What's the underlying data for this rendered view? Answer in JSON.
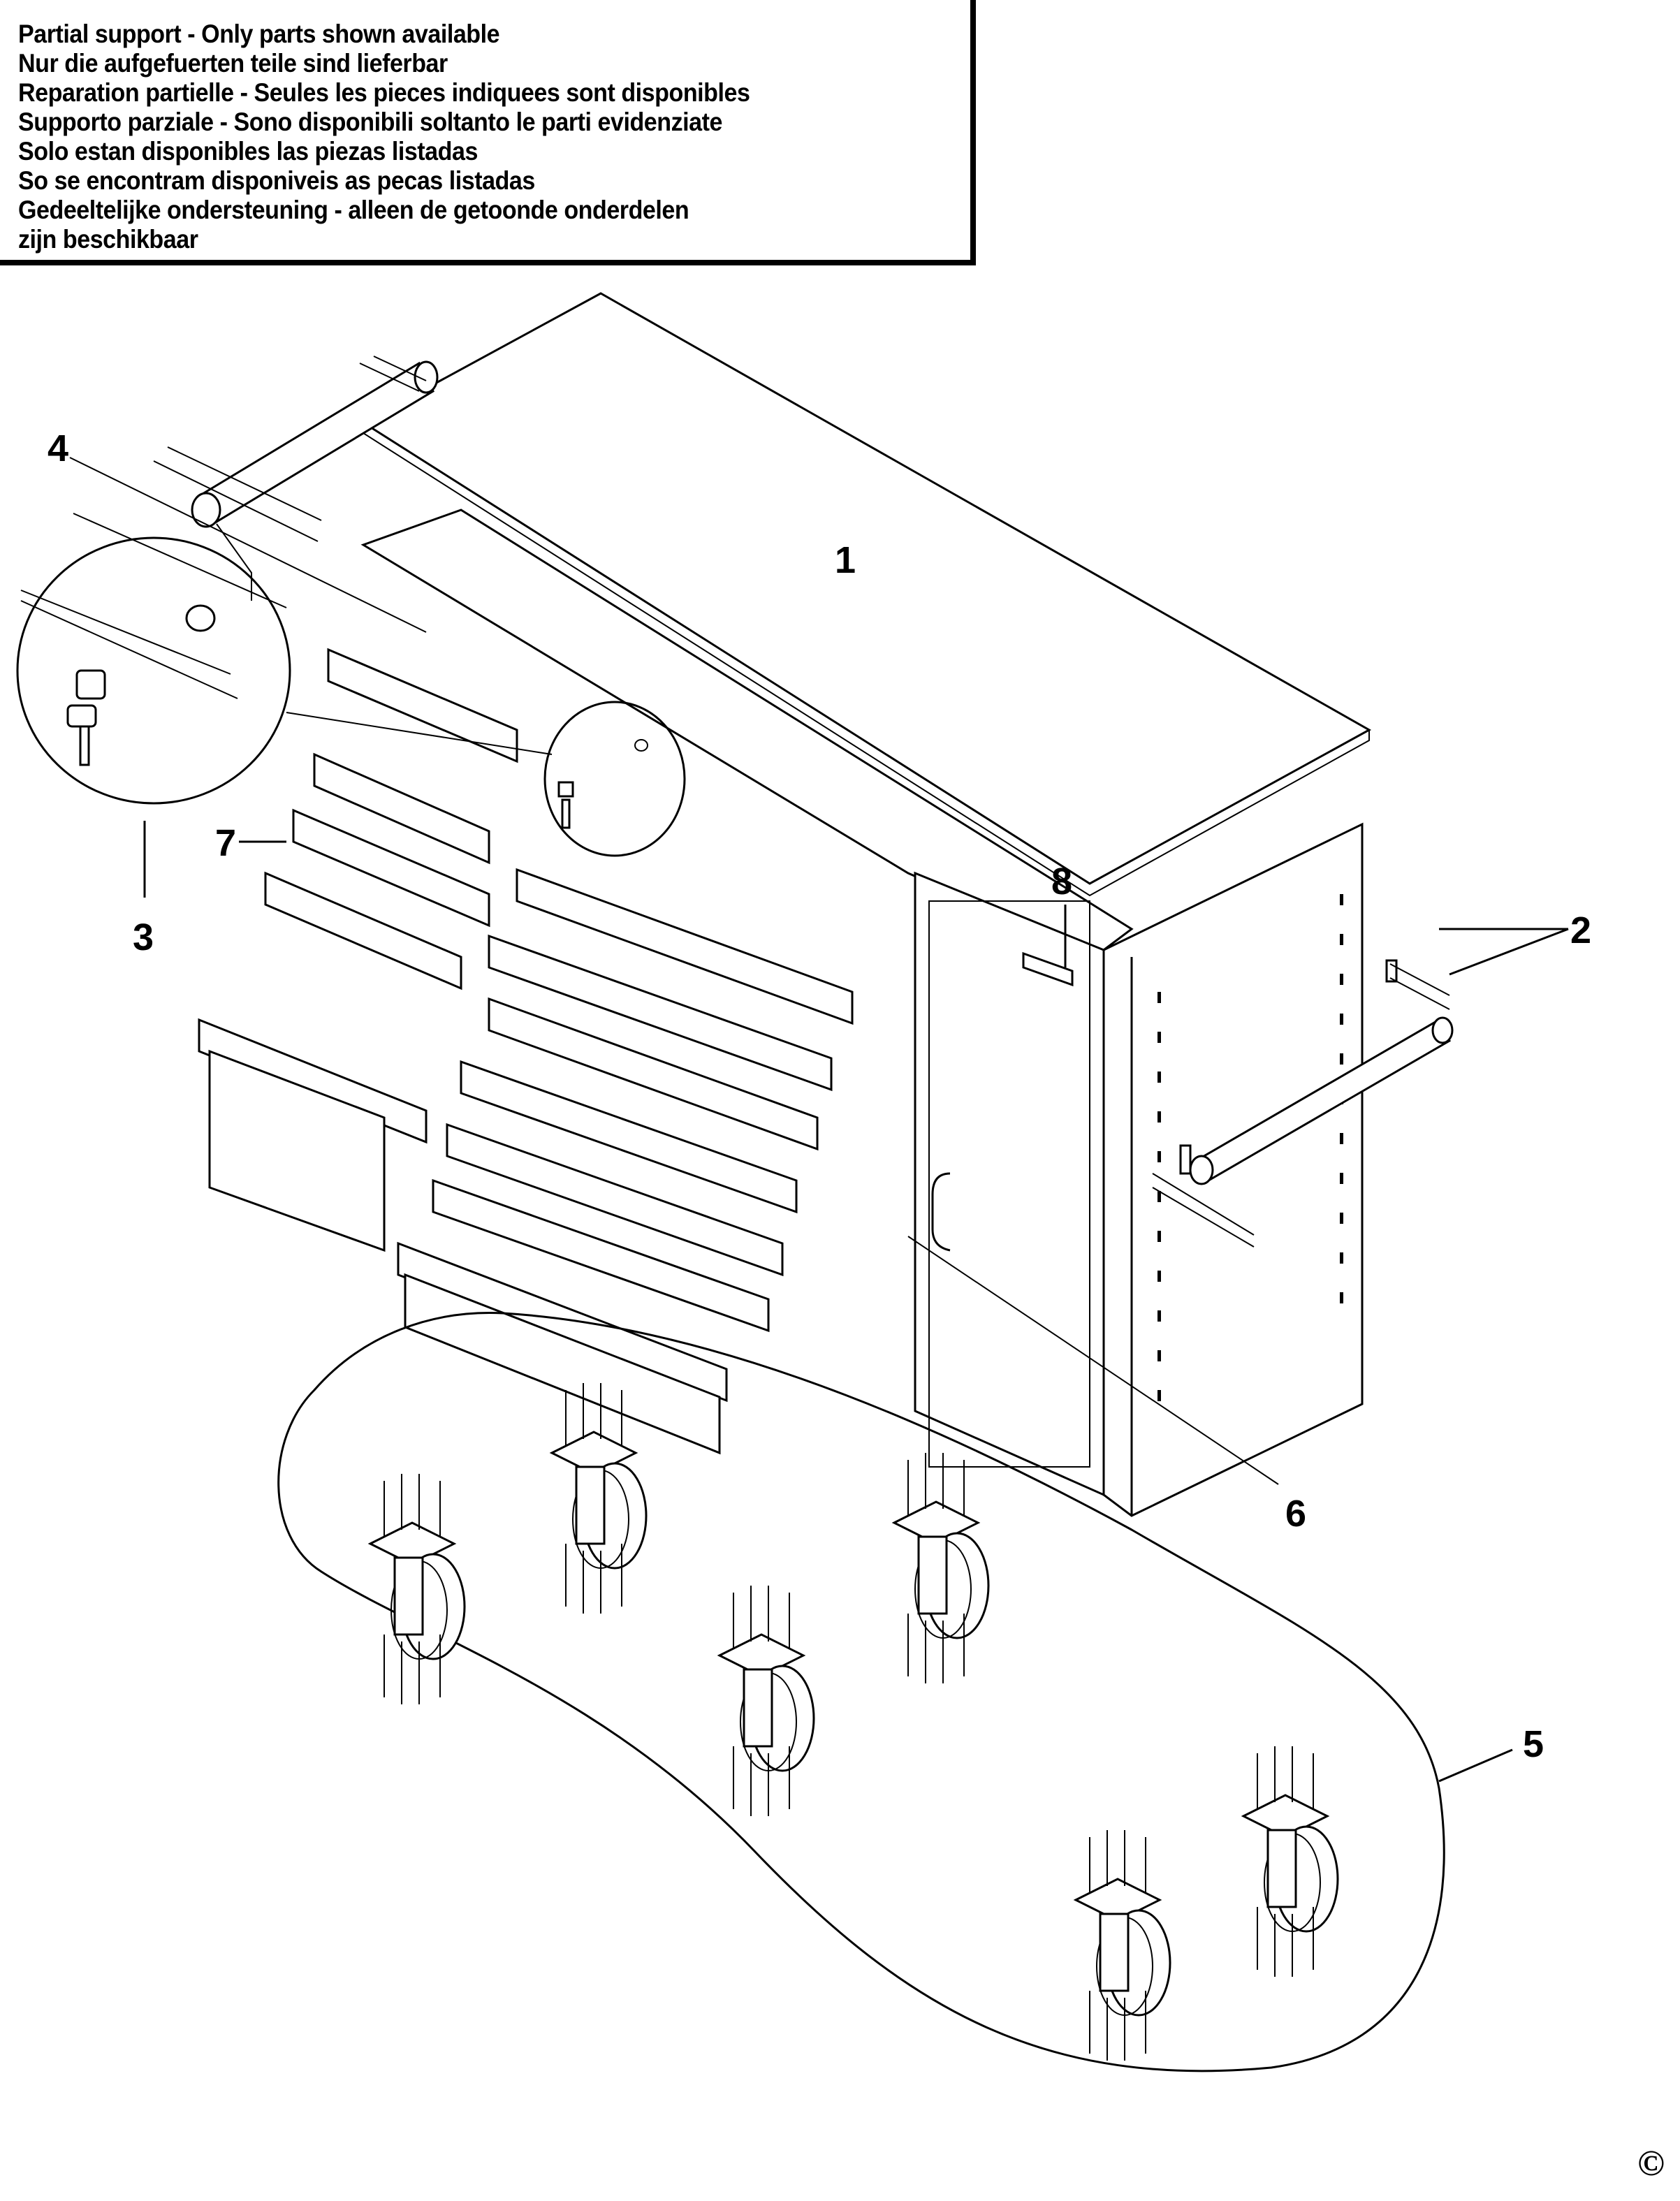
{
  "notice": {
    "lines": [
      "Partial support - Only parts shown available",
      "Nur die aufgefuerten teile sind lieferbar",
      "Reparation partielle - Seules les pieces indiquees sont disponibles",
      "Supporto parziale - Sono disponibili soltanto le parti evidenziate",
      "Solo estan disponibles las piezas listadas",
      "So se encontram disponiveis as pecas listadas",
      "Gedeeltelijke ondersteuning - alleen de getoonde onderdelen",
      "zijn beschikbaar"
    ]
  },
  "callouts": [
    {
      "id": "1",
      "label": "1",
      "part": "worktop"
    },
    {
      "id": "2",
      "label": "2",
      "part": "side-handle"
    },
    {
      "id": "3",
      "label": "3",
      "part": "lock-and-keys"
    },
    {
      "id": "4",
      "label": "4",
      "part": "handle-screws"
    },
    {
      "id": "5",
      "label": "5",
      "part": "castor-set"
    },
    {
      "id": "6",
      "label": "6",
      "part": "drawer-slide"
    },
    {
      "id": "7",
      "label": "7",
      "part": "drawer-trim"
    },
    {
      "id": "8",
      "label": "8",
      "part": "badge"
    }
  ],
  "copyright_symbol": "©"
}
